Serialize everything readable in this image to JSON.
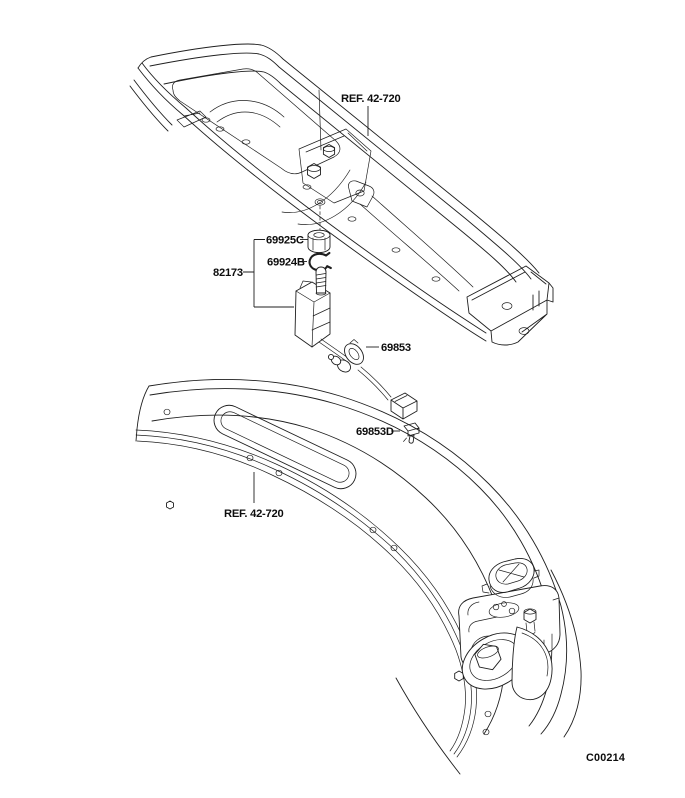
{
  "figure": {
    "background": "#ffffff",
    "line_color": "#1f1f1f",
    "text_color": "#0d0d0d",
    "drawing_code": "C00214",
    "callouts": {
      "ref_top": "REF. 42-720",
      "nut": "69925C",
      "snap_ring": "69924B",
      "switch": "82173",
      "harness": "69853",
      "harness_clip": "69853D",
      "ref_bottom": "REF. 42-720"
    }
  }
}
